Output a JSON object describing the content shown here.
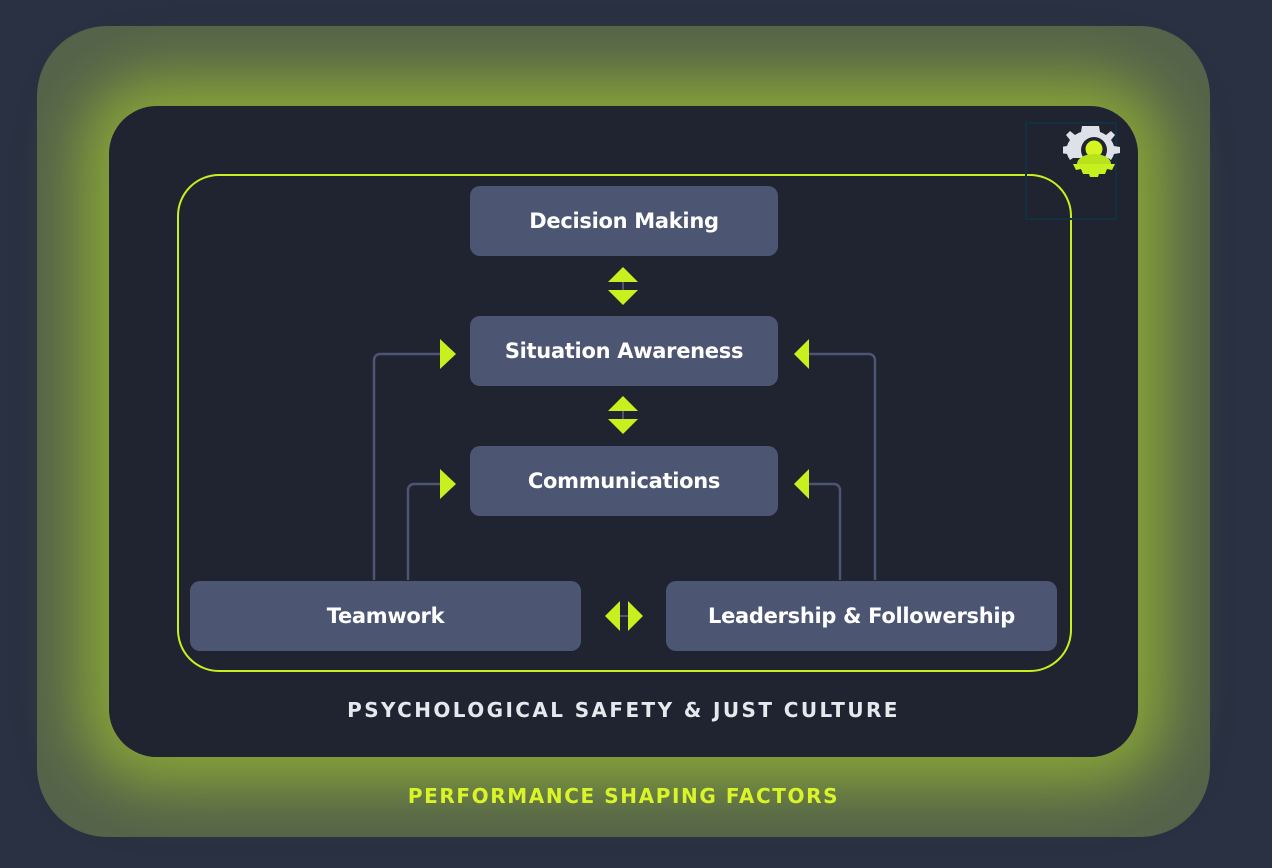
{
  "diagram": {
    "outer_label": "PERFORMANCE SHAPING FACTORS",
    "inner_label": "PSYCHOLOGICAL SAFETY & JUST CULTURE",
    "nodes": {
      "decision_making": "Decision Making",
      "situation_awareness": "Situation Awareness",
      "communications": "Communications",
      "teamwork": "Teamwork",
      "leadership": "Leadership & Followership"
    },
    "edges": [
      {
        "from": "Decision Making",
        "to": "Situation Awareness",
        "type": "bidirectional"
      },
      {
        "from": "Situation Awareness",
        "to": "Communications",
        "type": "bidirectional"
      },
      {
        "from": "Teamwork",
        "to": "Leadership & Followership",
        "type": "bidirectional"
      },
      {
        "from": "Teamwork",
        "to": "Situation Awareness",
        "type": "directed"
      },
      {
        "from": "Teamwork",
        "to": "Communications",
        "type": "directed"
      },
      {
        "from": "Leadership & Followership",
        "to": "Situation Awareness",
        "type": "directed"
      },
      {
        "from": "Leadership & Followership",
        "to": "Communications",
        "type": "directed"
      }
    ],
    "icon": "gear-person-icon",
    "colors": {
      "accent": "#c6f11f",
      "node_fill": "#4c5673",
      "inner_bg": "#1f2430",
      "page_bg": "#293142",
      "connector": "#4c5673"
    }
  }
}
